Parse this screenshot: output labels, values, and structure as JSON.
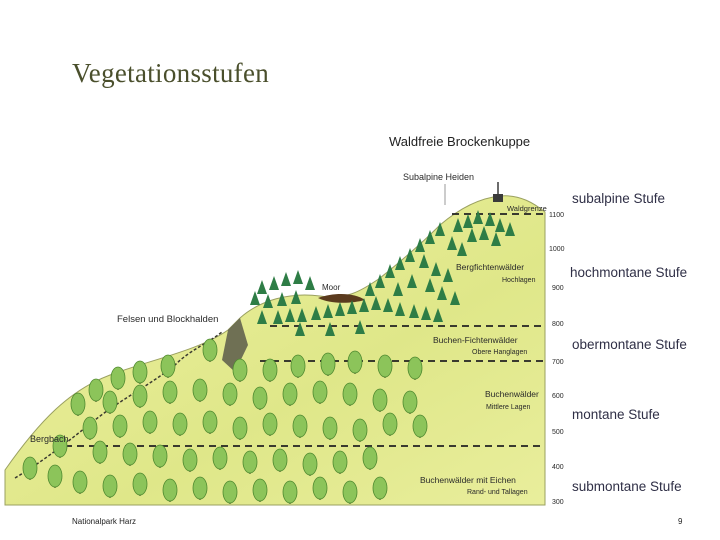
{
  "title": "Vegetationsstufen",
  "caption_top": "Waldfreie Brockenkuppe",
  "labels": {
    "subalpine_heiden": "Subalpine Heiden",
    "waldgrenze": "Waldgrenze",
    "moor": "Moor",
    "felsen": "Felsen und Blockhalden",
    "bergbach": "Bergbach",
    "bergfichtenwaelder": "Bergfichtenwälder",
    "hochlagen": "Hochlagen",
    "buchen_fichtenwaelder": "Buchen-Fichtenwälder",
    "obere_hanglagen": "Obere Hanglagen",
    "buchenwaelder": "Buchenwälder",
    "mittlere_lagen": "Mittlere Lagen",
    "buchenwaelder_eichen": "Buchenwälder mit Eichen",
    "rand_tallagen": "Rand- und Tallagen"
  },
  "altitudes": [
    "1100",
    "1000",
    "900",
    "800",
    "700",
    "600",
    "500",
    "400",
    "300"
  ],
  "zones": [
    {
      "id": "subalpine",
      "name": "subalpine Stufe"
    },
    {
      "id": "hochmontane",
      "name": "hochmontane Stufe"
    },
    {
      "id": "obermontane",
      "name": "obermontane Stufe"
    },
    {
      "id": "montane",
      "name": "montane Stufe"
    },
    {
      "id": "submontane",
      "name": "submontane Stufe"
    }
  ],
  "colors": {
    "hill_fill": "#dde68a",
    "hill_light": "#f0f2a8",
    "tree_dark": "#2e7d46",
    "deciduous": "#8cc45a",
    "dash": "#222222"
  },
  "footer": {
    "left": "Nationalpark Harz",
    "page": "9"
  }
}
